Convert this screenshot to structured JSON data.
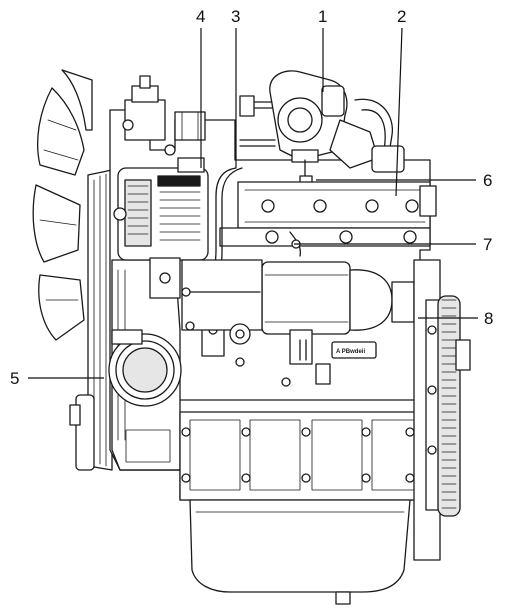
{
  "callouts": [
    {
      "id": "1",
      "label": "1"
    },
    {
      "id": "2",
      "label": "2"
    },
    {
      "id": "3",
      "label": "3"
    },
    {
      "id": "4",
      "label": "4"
    },
    {
      "id": "5",
      "label": "5"
    },
    {
      "id": "6",
      "label": "6"
    },
    {
      "id": "7",
      "label": "7"
    },
    {
      "id": "8",
      "label": "8"
    }
  ],
  "badge": {
    "text": "A PBwdeii"
  },
  "colors": {
    "line": "#1a1a1a",
    "background": "#ffffff",
    "shade": "#e6e6e6"
  }
}
